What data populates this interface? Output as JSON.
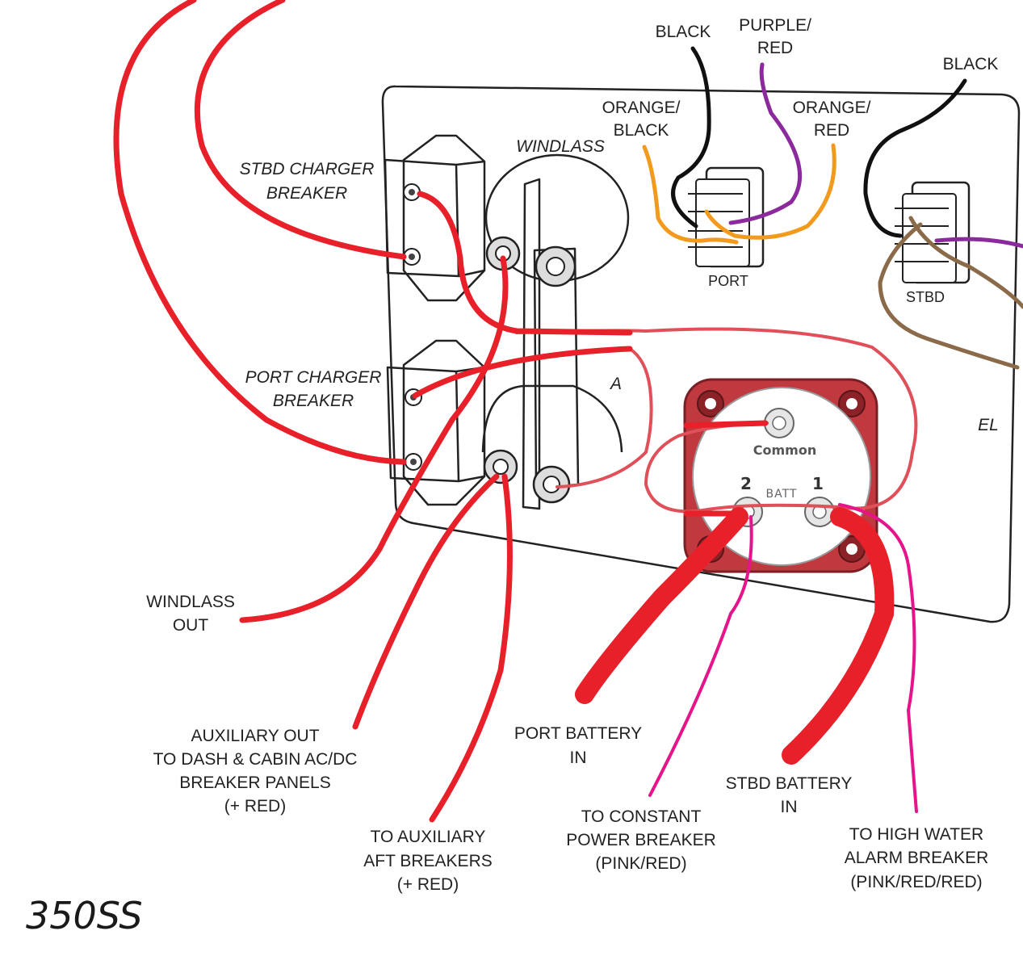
{
  "labels": {
    "black_top": "BLACK",
    "purple_red_1": "PURPLE/",
    "purple_red_2": "RED",
    "black_right": "BLACK",
    "orange_black_1": "ORANGE/",
    "orange_black_2": "BLACK",
    "orange_red_1": "ORANGE/",
    "orange_red_2": "RED",
    "windlass": "WINDLASS",
    "stbd_charger_1": "STBD CHARGER",
    "stbd_charger_2": "BREAKER",
    "port_charger_1": "PORT CHARGER",
    "port_charger_2": "BREAKER",
    "port_switch": "PORT",
    "stbd_switch": "STBD",
    "a_partial": "A",
    "el_partial": "EL",
    "common": "Common",
    "batt": "BATT",
    "post_2": "2",
    "post_1": "1",
    "windlass_out_1": "WINDLASS",
    "windlass_out_2": "OUT",
    "aux_out_1": "AUXILIARY OUT",
    "aux_out_2": "TO DASH & CABIN AC/DC",
    "aux_out_3": "BREAKER PANELS",
    "aux_out_4": "(+ RED)",
    "aux_aft_1": "TO AUXILIARY",
    "aux_aft_2": "AFT BREAKERS",
    "aux_aft_3": "(+ RED)",
    "port_batt_1": "PORT BATTERY",
    "port_batt_2": "IN",
    "const_power_1": "TO CONSTANT",
    "const_power_2": "POWER BREAKER",
    "const_power_3": "(PINK/RED)",
    "stbd_batt_1": "STBD BATTERY",
    "stbd_batt_2": "IN",
    "high_water_1": "TO HIGH WATER",
    "high_water_2": "ALARM BREAKER",
    "high_water_3": "(PINK/RED/RED)",
    "model": "350SS"
  },
  "colors": {
    "red_wire": "#e8202a",
    "pink_wire": "#e5148a",
    "black_wire": "#111111",
    "orange_wire": "#f29a1e",
    "purple_wire": "#8b2a9c",
    "brown_wire": "#8a6a48",
    "switch_red": "#c0393f",
    "outline": "#222222"
  }
}
